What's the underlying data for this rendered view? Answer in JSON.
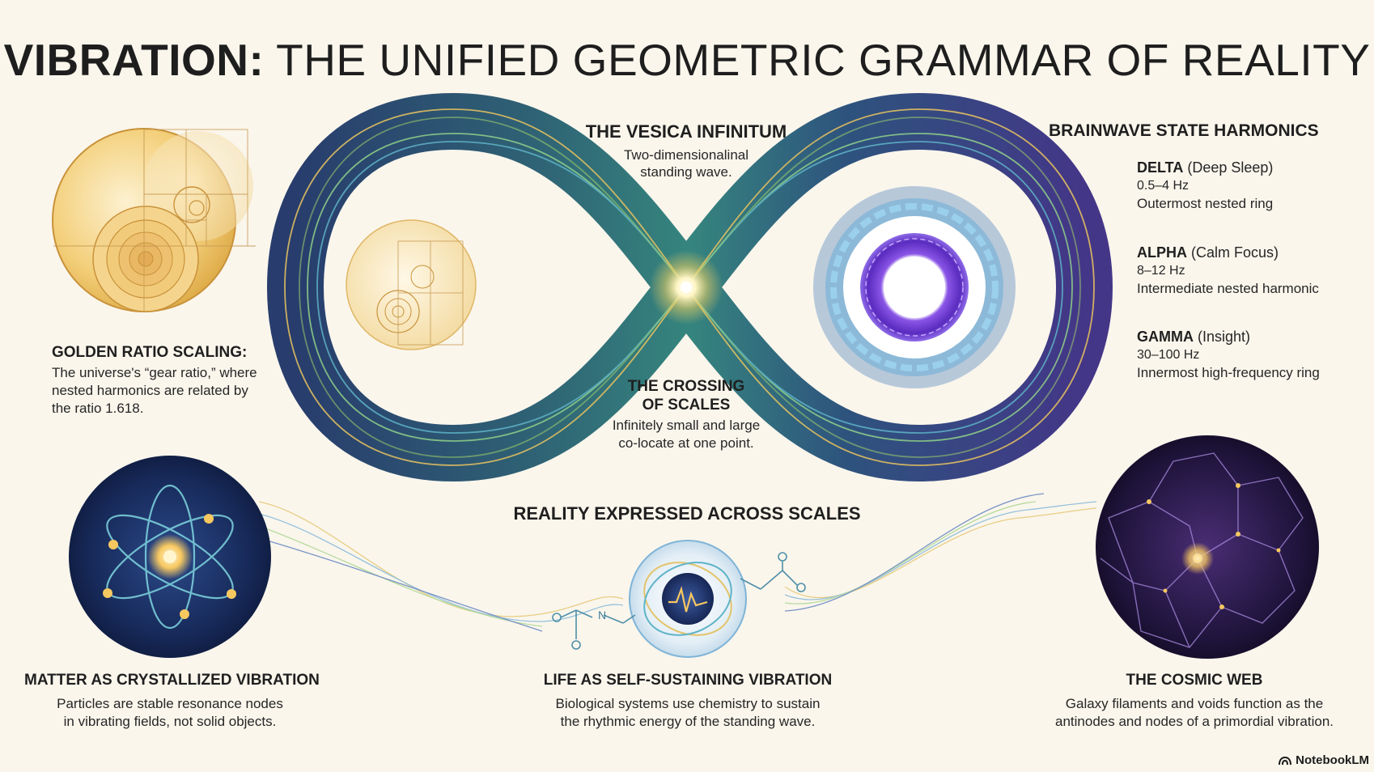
{
  "title": {
    "bold": "VIBRATION:",
    "rest": " THE UNIFIED GEOMETRIC GRAMMAR OF REALITY"
  },
  "vesica": {
    "heading": "THE VESICA INFINITUM",
    "line1": "Two-dimensionalinal",
    "line2": "standing wave."
  },
  "crossing": {
    "heading1": "THE CROSSING",
    "heading2": "OF SCALES",
    "line1": "Infinitely small and large",
    "line2": "co-locate at one point."
  },
  "golden": {
    "heading": "GOLDEN RATIO SCALING:",
    "line1": "The universe's “gear ratio,” where",
    "line2": "nested harmonics are related by",
    "line3": "the ratio 1.618."
  },
  "brainwave": {
    "heading": "BRAINWAVE STATE HARMONICS",
    "states": [
      {
        "name": "DELTA",
        "qualifier": "(Deep Sleep)",
        "range": "0.5–4 Hz",
        "desc": "Outermost nested ring"
      },
      {
        "name": "ALPHA",
        "qualifier": "(Calm Focus)",
        "range": "8–12 Hz",
        "desc": "Intermediate nested harmonic"
      },
      {
        "name": "GAMMA",
        "qualifier": "(Insight)",
        "range": "30–100 Hz",
        "desc": "Innermost high-frequency ring"
      }
    ]
  },
  "scales": {
    "heading": "REALITY EXPRESSED ACROSS SCALES"
  },
  "matter": {
    "heading": "MATTER AS CRYSTALLIZED VIBRATION",
    "line1": "Particles are stable resonance nodes",
    "line2": "in vibrating fields, not solid objects."
  },
  "life": {
    "heading": "LIFE AS SELF-SUSTAINING VIBRATION",
    "line1": "Biological systems use chemistry to sustain",
    "line2": "the rhythmic energy of the standing wave."
  },
  "cosmic": {
    "heading": "THE COSMIC WEB",
    "line1": "Galaxy filaments and voids function as the",
    "line2": "antinodes and nodes of a primordial vibration."
  },
  "molecule": {
    "o": "O",
    "n": "N"
  },
  "brand": {
    "label": "NotebookLM"
  },
  "colors": {
    "gold": "#e6b24a",
    "navy": "#1d2f63",
    "violet": "#6a3fd0",
    "teal": "#2e8e8a",
    "background": "#faf6ec"
  }
}
